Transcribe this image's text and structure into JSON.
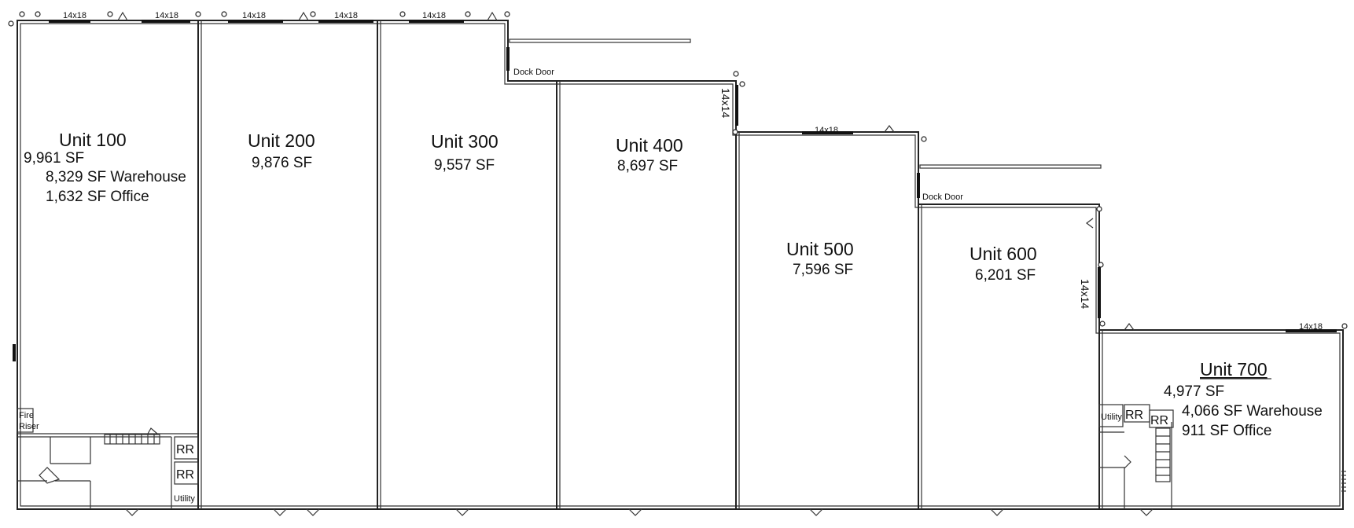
{
  "units": [
    {
      "id": "unit-100",
      "title": "Unit 100",
      "total_sf": "9,961 SF",
      "warehouse_sf": "8,329 SF Warehouse",
      "office_sf": "1,632 SF Office"
    },
    {
      "id": "unit-200",
      "title": "Unit 200",
      "total_sf": "9,876 SF"
    },
    {
      "id": "unit-300",
      "title": "Unit 300",
      "total_sf": "9,557 SF"
    },
    {
      "id": "unit-400",
      "title": "Unit 400",
      "total_sf": "8,697 SF"
    },
    {
      "id": "unit-500",
      "title": "Unit 500",
      "total_sf": "7,596 SF"
    },
    {
      "id": "unit-600",
      "title": "Unit 600",
      "total_sf": "6,201 SF"
    },
    {
      "id": "unit-700",
      "title": "Unit 700",
      "total_sf": "4,977 SF",
      "warehouse_sf": "4,066 SF Warehouse",
      "office_sf": "911 SF Office"
    }
  ],
  "labels": {
    "door_14x18": "14x18",
    "door_14x14": "14x14",
    "dock_door": "Dock Door",
    "rr": "RR",
    "utility": "Utility",
    "fire": "Fire",
    "riser": "Riser"
  }
}
